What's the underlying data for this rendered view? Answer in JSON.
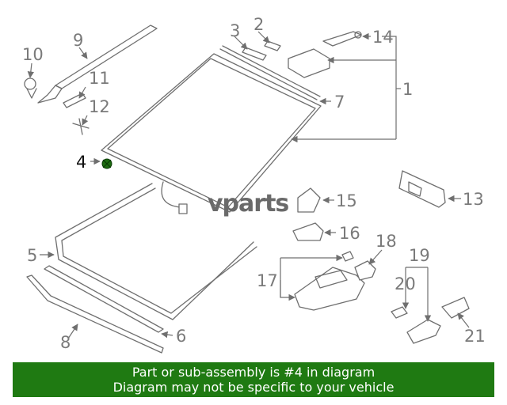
{
  "watermark": "vparts",
  "highlight_part": "4",
  "callouts": {
    "c1": "1",
    "c2": "2",
    "c3": "3",
    "c4": "4",
    "c5": "5",
    "c6": "6",
    "c7": "7",
    "c8": "8",
    "c9": "9",
    "c10": "10",
    "c11": "11",
    "c12": "12",
    "c13": "13",
    "c14": "14",
    "c15": "15",
    "c16": "16",
    "c17": "17",
    "c18": "18",
    "c19": "19",
    "c20": "20",
    "c21": "21"
  },
  "banner": {
    "line1": "Part or sub-assembly is #4 in diagram",
    "line2": "Diagram may not be specific to your vehicle"
  },
  "colors": {
    "banner_bg": "#1f7a12",
    "highlight_fill": "#1c6b10",
    "linework": "#6f6f6f"
  }
}
